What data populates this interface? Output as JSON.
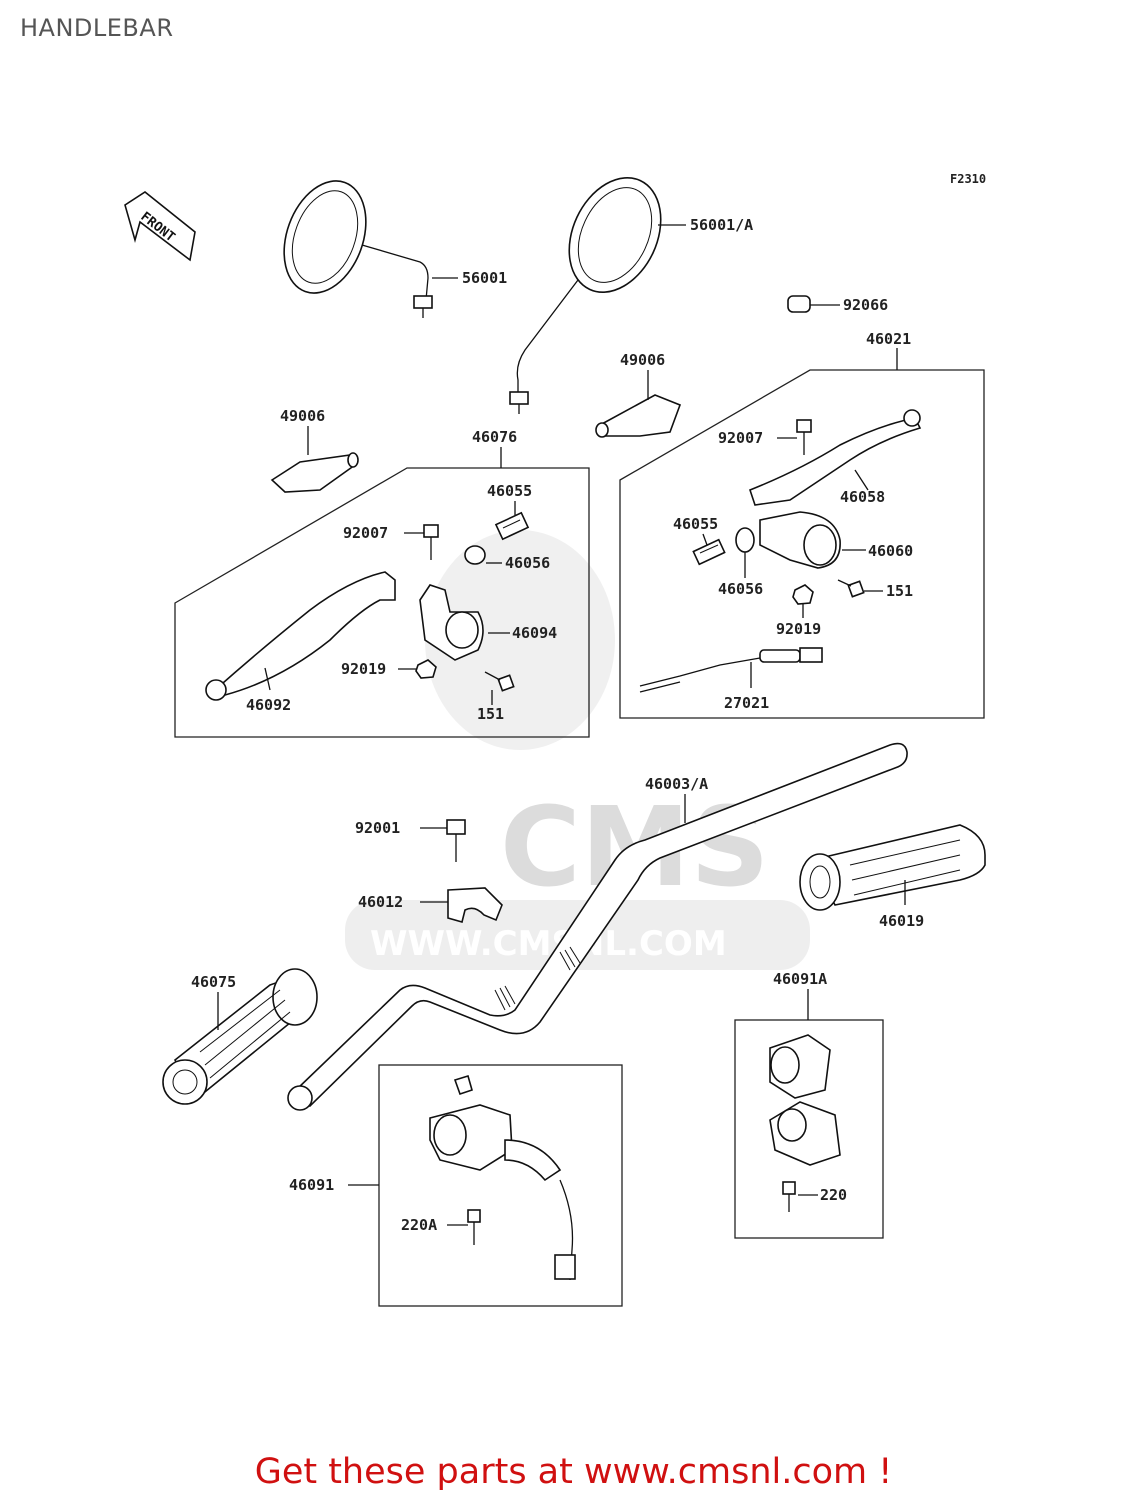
{
  "title": "HANDLEBAR",
  "figure_code": "F2310",
  "front_label": "FRONT",
  "watermark": {
    "text": "CMS",
    "url": "WWW.CMSNL.COM"
  },
  "labels": {
    "p56001": "56001",
    "p56001a": "56001/A",
    "p92066": "92066",
    "p46021": "46021",
    "p49006r": "49006",
    "p49006l": "49006",
    "p92007r": "92007",
    "p46058": "46058",
    "p46076": "46076",
    "p46055l": "46055",
    "p46055r": "46055",
    "p46060": "46060",
    "p92007l": "92007",
    "p46056l": "46056",
    "p46056r": "46056",
    "p151r": "151",
    "p46094": "46094",
    "p92019r": "92019",
    "p92019l": "92019",
    "p27021": "27021",
    "p46092": "46092",
    "p151l": "151",
    "p46003a": "46003/A",
    "p92001": "92001",
    "p46012": "46012",
    "p46019": "46019",
    "p46075": "46075",
    "p46091a": "46091A",
    "p46091": "46091",
    "p220": "220",
    "p220a": "220A"
  },
  "footer": "Get these parts at www.cmsnl.com !"
}
